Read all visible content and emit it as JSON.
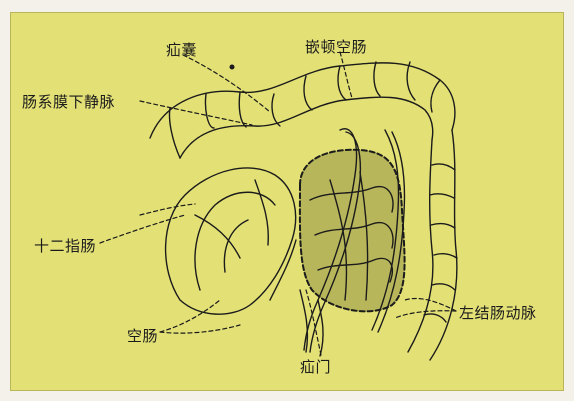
{
  "labels": {
    "hernia_sac": "疝囊",
    "incarcerated_jejunum": "嵌顿空肠",
    "inferior_mesenteric_vein": "肠系膜下静脉",
    "duodenum": "十二指肠",
    "jejunum": "空肠",
    "hernia_orifice": "疝门",
    "left_colic_artery": "左结肠动脉"
  },
  "colors": {
    "panel": "#e3e176",
    "frame": "#f4f1ea",
    "border": "#7a1a24",
    "ink": "#1b1b1b",
    "sac_fill": "#b8b65b"
  }
}
